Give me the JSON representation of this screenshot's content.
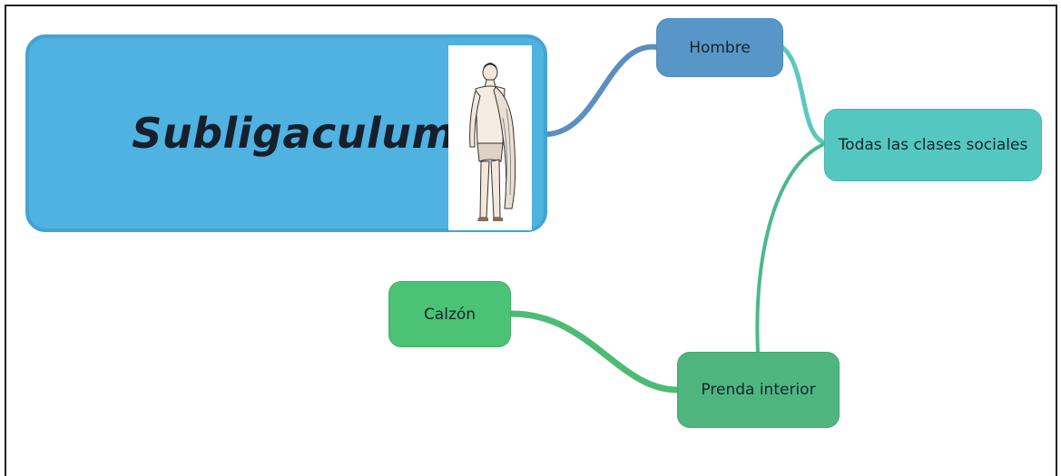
{
  "nodes": {
    "main": {
      "title": "Subligaculum",
      "image": "toga-figure-illustration"
    },
    "hombre": "Hombre",
    "todas": "Todas las clases sociales",
    "calzon": "Calzón",
    "prenda": "Prenda interior"
  },
  "colors": {
    "main": "#4fb2e0",
    "hombre": "#5996c8",
    "todas": "#54c8c0",
    "calzon": "#4cc274",
    "prenda": "#4fb57f",
    "link_main_hombre": "#5a8fc0",
    "link_hombre_todas": "#5ec8c0",
    "link_todas_prenda": "#4db88a",
    "link_prenda_calzon": "#4dbb74"
  }
}
